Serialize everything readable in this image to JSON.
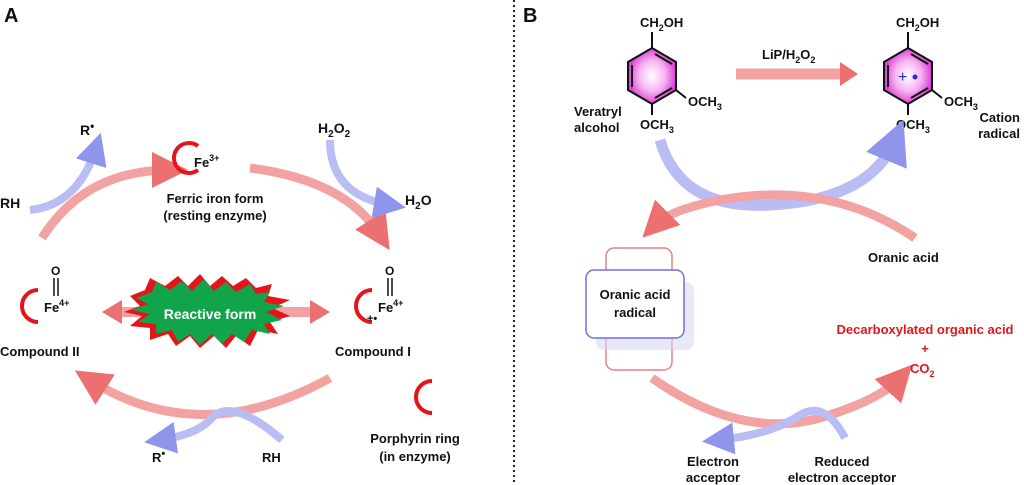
{
  "panel_a": {
    "label": "A",
    "rh_top": "RH",
    "r_top": "R",
    "h2o2_sub": "2",
    "h2o2_main": "H",
    "o2": "O",
    "h2o_h": "H",
    "h2o_2": "2",
    "h2o_o": "O",
    "fe3_main": "Fe",
    "fe3_sup": "3+",
    "ferric_line1": "Ferric iron form",
    "ferric_line2": "(resting enzyme)",
    "fe4_main": "Fe",
    "fe4_sup": "4+",
    "oxo": "O",
    "compound_ii": "Compound II",
    "compound_i": "Compound I",
    "reactive": "Reactive form",
    "r_bottom": "R",
    "rh_bottom": "RH",
    "porphyrin_line1": "Porphyrin ring",
    "porphyrin_line2": "(in enzyme)"
  },
  "panel_b": {
    "label": "B",
    "ch2oh": "CH",
    "ch2oh_sub": "2",
    "ch2oh_oh": "OH",
    "och3_o": "OCH",
    "och3_sub": "3",
    "veratryl_line1": "Veratryl",
    "veratryl_line2": "alcohol",
    "lip_main": "LiP/H",
    "lip_sub": "2",
    "lip_o": "O",
    "lip_sub2": "2",
    "cation_line1": "Cation",
    "cation_line2": "radical",
    "plus": "+",
    "oranic_acid": "Oranic acid",
    "radical_line1": "Oranic acid",
    "radical_line2": "radical",
    "decarb_line1": "Decarboxylated organic acid",
    "decarb_plus": "+",
    "co2_main": "CO",
    "co2_sub": "2",
    "electron_line1": "Electron",
    "electron_line2": "acceptor",
    "reduced_line1": "Reduced",
    "reduced_line2": "electron acceptor"
  },
  "colors": {
    "red": "#e5141b",
    "pink_arrow": "#f08080",
    "blue_arrow": "#9aa0ee",
    "green_star": "#11a44a",
    "magenta": "#e25bd8",
    "box_blue": "#6f6fdf",
    "box_pink": "#ec8080"
  }
}
